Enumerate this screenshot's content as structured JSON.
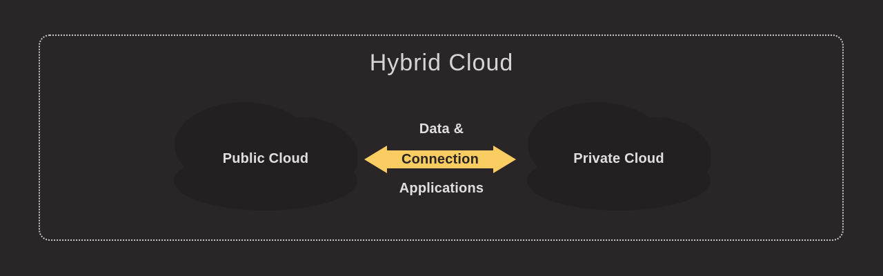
{
  "diagram": {
    "title": "Hybrid Cloud",
    "left_cloud": {
      "label": "Public Cloud"
    },
    "right_cloud": {
      "label": "Private Cloud"
    },
    "connection": {
      "top_label": "Data &",
      "arrow_label": "Connection",
      "bottom_label": "Applications"
    },
    "colors": {
      "background": "#2A2627",
      "cloud_fill": "#232021",
      "border_dots": "#CBCBCB",
      "title_text": "#D6D4D4",
      "label_text": "#E0DFDF",
      "arrow_fill": "#FACD62",
      "arrow_text": "#2A2422"
    }
  }
}
